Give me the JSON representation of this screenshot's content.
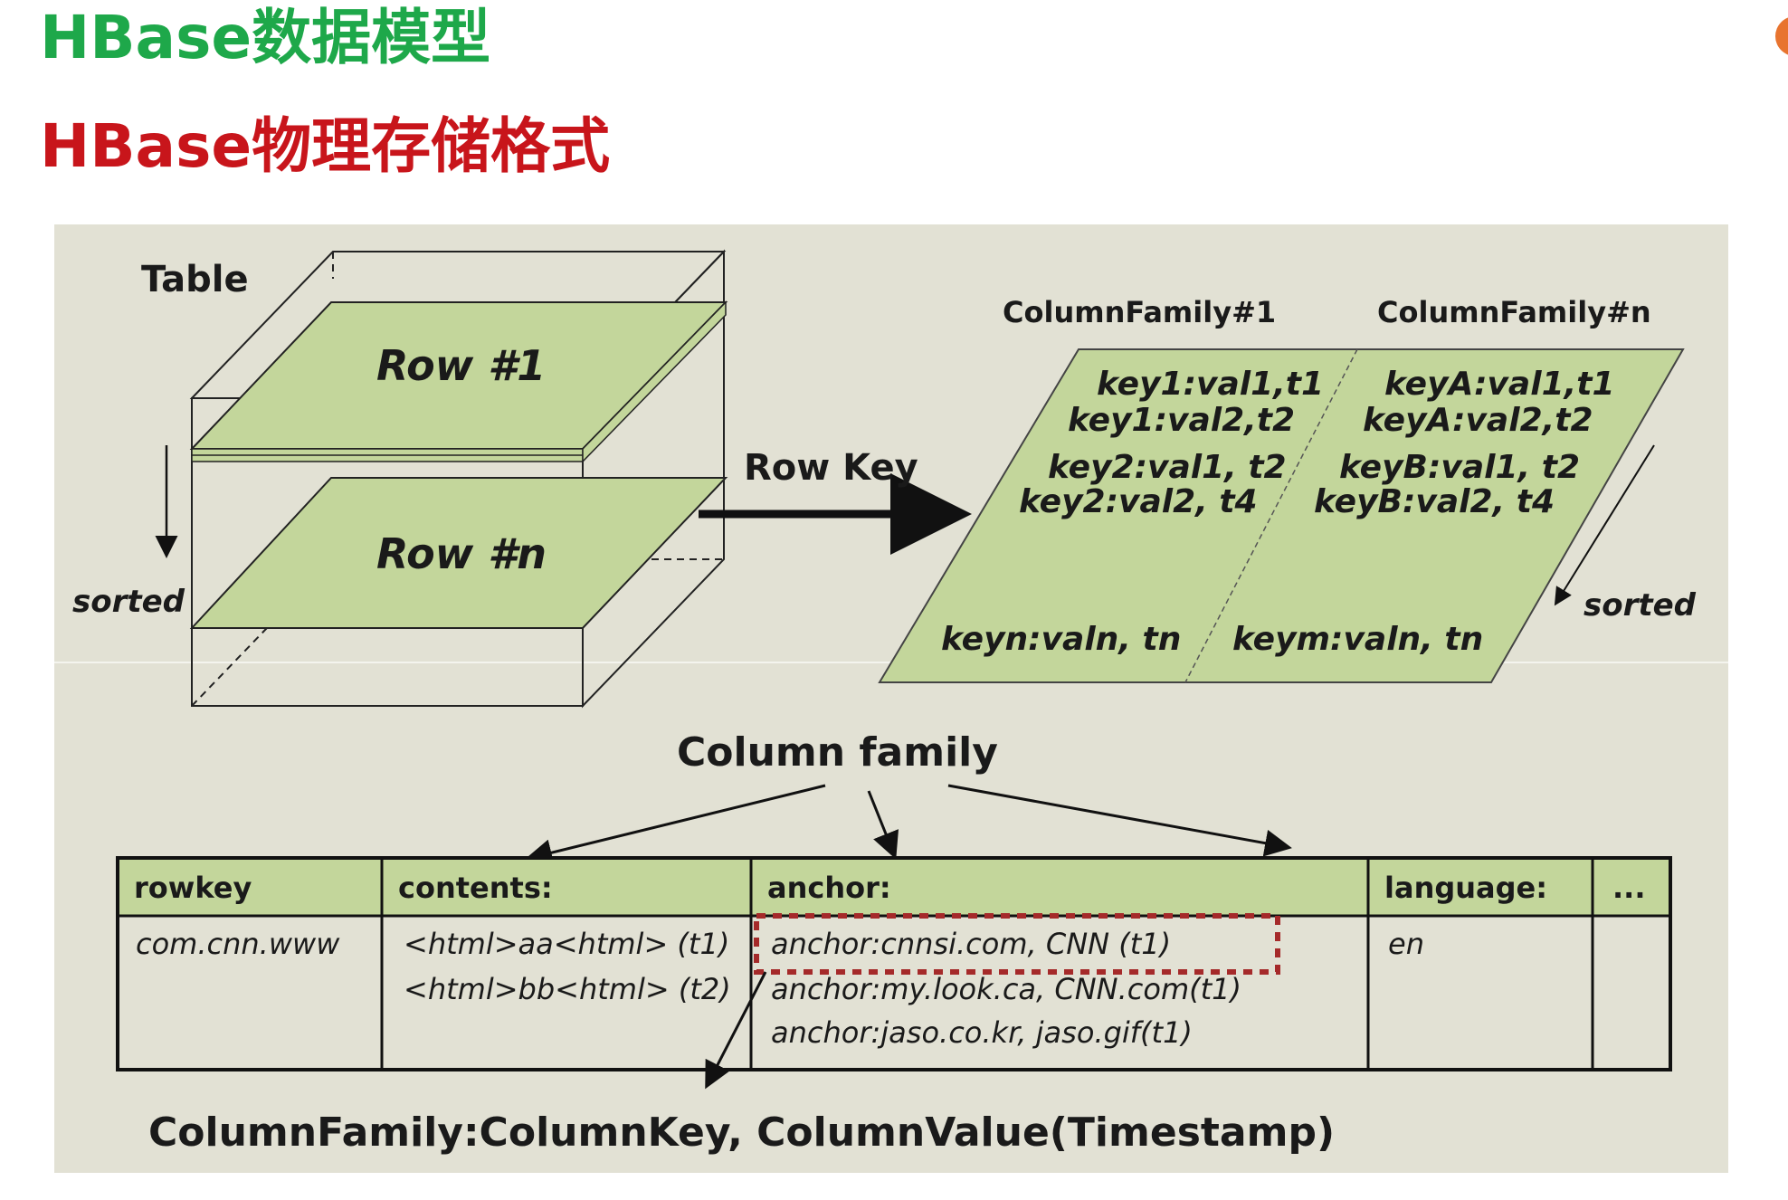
{
  "header": {
    "title": "HBase数据模型",
    "subtitle": "HBase物理存储格式"
  },
  "diagram": {
    "table_label": "Table",
    "row_first": "Row #1",
    "row_last": "Row #n",
    "sorted_left": "sorted",
    "row_key": "Row Key",
    "column_family_1": "ColumnFamily#1",
    "column_family_n": "ColumnFamily#n",
    "cf1_entries": [
      "key1:val1,t1",
      "key1:val2,t2",
      "key2:val1, t2",
      "key2:val2, t4",
      "keyn:valn, tn"
    ],
    "cfn_entries": [
      "keyA:val1,t1",
      "keyA:val2,t2",
      "keyB:val1, t2",
      "keyB:val2, t4",
      "keym:valn, tn"
    ],
    "sorted_right": "sorted",
    "column_family_label": "Column family",
    "table": {
      "headers": [
        "rowkey",
        "contents:",
        "anchor:",
        "language:",
        "..."
      ],
      "rowkey_value": "com.cnn.www",
      "contents_values": [
        "<html>aa<html> (t1)",
        "<html>bb<html> (t2)"
      ],
      "anchor_values": [
        "anchor:cnnsi.com, CNN (t1)",
        "anchor:my.look.ca, CNN.com(t1)",
        "anchor:jaso.co.kr, jaso.gif(t1)"
      ],
      "language_value": "en"
    },
    "bottom_label": "ColumnFamily:ColumnKey, ColumnValue(Timestamp)"
  },
  "colors": {
    "header_green": "#1ea84a",
    "subtitle_red": "#c8151b",
    "panel_background": "#e2e1d4",
    "cell_green": "#c3d69b",
    "dashed_box": "#a52a2a"
  }
}
